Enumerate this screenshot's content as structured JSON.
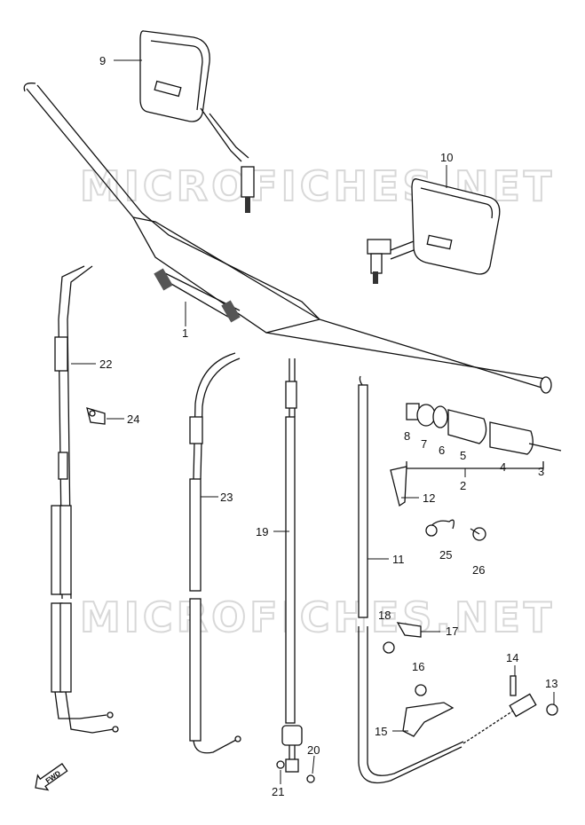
{
  "watermarks": [
    "MICROFICHES.NET",
    "MICROFICHES.NET"
  ],
  "fwd_label": "FWD",
  "callouts": [
    {
      "id": "c1",
      "text": "1"
    },
    {
      "id": "c2",
      "text": "2"
    },
    {
      "id": "c3",
      "text": "3"
    },
    {
      "id": "c4",
      "text": "4"
    },
    {
      "id": "c5",
      "text": "5"
    },
    {
      "id": "c6",
      "text": "6"
    },
    {
      "id": "c7",
      "text": "7"
    },
    {
      "id": "c8",
      "text": "8"
    },
    {
      "id": "c9",
      "text": "9"
    },
    {
      "id": "c10",
      "text": "10"
    },
    {
      "id": "c11",
      "text": "11"
    },
    {
      "id": "c12",
      "text": "12"
    },
    {
      "id": "c13",
      "text": "13"
    },
    {
      "id": "c14",
      "text": "14"
    },
    {
      "id": "c15",
      "text": "15"
    },
    {
      "id": "c16",
      "text": "16"
    },
    {
      "id": "c17",
      "text": "17"
    },
    {
      "id": "c18",
      "text": "18"
    },
    {
      "id": "c19",
      "text": "19"
    },
    {
      "id": "c20",
      "text": "20"
    },
    {
      "id": "c21",
      "text": "21"
    },
    {
      "id": "c22",
      "text": "22"
    },
    {
      "id": "c23",
      "text": "23"
    },
    {
      "id": "c24",
      "text": "24"
    },
    {
      "id": "c25",
      "text": "25"
    },
    {
      "id": "c26",
      "text": "26"
    }
  ]
}
